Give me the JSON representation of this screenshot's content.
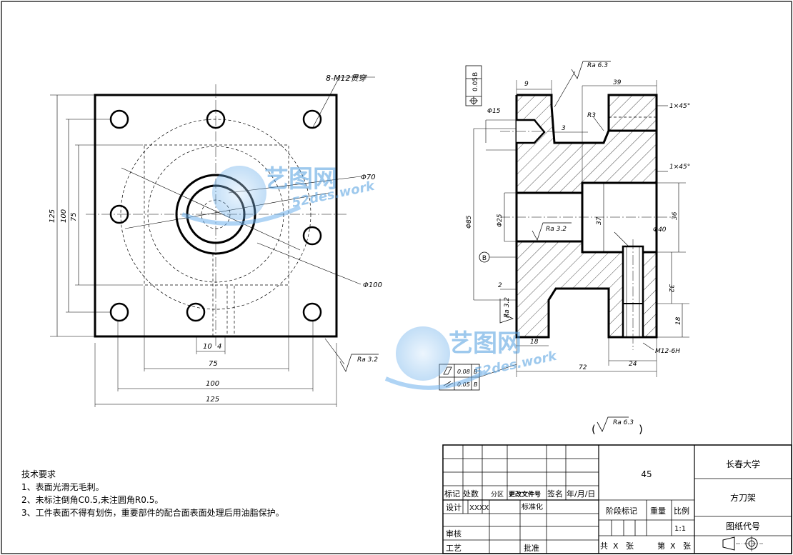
{
  "drawing": {
    "thread_note": "8-M12贯穿",
    "roughness_marks": [
      "Ra 6.3",
      "Ra 3.2",
      "Ra 3.2",
      "Ra 3.2"
    ],
    "roughness_general": "Ra 6.3",
    "front_dims": {
      "dia70": "Φ70",
      "dia100": "Φ100",
      "w75": "75",
      "w100": "100",
      "w125": "125",
      "h125": "125",
      "h100": "100",
      "h75": "75",
      "d10": "10",
      "d4": "4"
    },
    "side_dims": {
      "d9": "9",
      "d39": "39",
      "chamfer1": "1×45°",
      "chamfer2": "1×45°",
      "r3": "R3",
      "d3": "3",
      "dia15": "Φ15",
      "dia85": "Φ85",
      "dia25": "Φ25",
      "dia37": "37",
      "d36": "36",
      "dia40": "Φ40",
      "d2": "2",
      "d18a": "18",
      "d18b": "18",
      "d72": "72",
      "d24": "24",
      "d32": "32",
      "m12": "M12-6H"
    },
    "tolerances": {
      "flatness": {
        "value": "0.08",
        "datum": "B"
      },
      "parallel": {
        "value": "0.05",
        "datum": "B"
      },
      "position": {
        "value": "0.05",
        "datum": "B"
      },
      "datum_b": "B"
    },
    "watermark": {
      "brand": "艺图网",
      "url": "52des.work"
    }
  },
  "tech_requirements": {
    "title": "技术要求",
    "items": [
      "1、表面光滑无毛刺。",
      "2、未标注倒角C0.5,未注圆角R0.5。",
      "3、工件表面不得有划伤，重要部件的配合面表面处理后用油脂保护。"
    ]
  },
  "title_block": {
    "material": "45",
    "school": "长春大学",
    "part_name": "方刀架",
    "drawing_no_label": "图纸代号",
    "labels": {
      "biaoji": "标记",
      "chushu": "处数",
      "fenqu": "分区",
      "gengai": "更改文件号",
      "qianming": "签名",
      "date": "年/月/日",
      "sheji": "设计",
      "designer": "XXXX",
      "biaozhunhua": "标准化",
      "shenhe": "审核",
      "gongyi": "工艺",
      "pizhun": "批准",
      "jieduan": "阶段标记",
      "zhongliang": "重量",
      "bili": "比例",
      "scale": "1:1",
      "gong": "共",
      "zhang1": "X",
      "zhang_unit1": "张",
      "di": "第",
      "zhang2": "X",
      "zhang_unit2": "张"
    }
  }
}
